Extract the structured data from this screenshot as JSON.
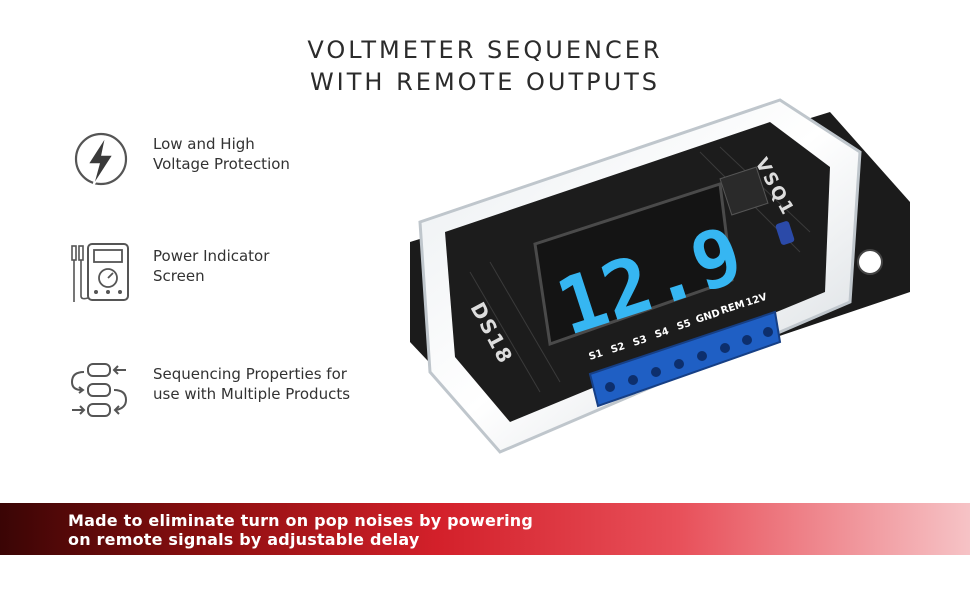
{
  "title": {
    "line1": "VOLTMETER SEQUENCER",
    "line2": "WITH REMOTE OUTPUTS"
  },
  "features": [
    {
      "icon": "lightning-bolt-icon",
      "line1": "Low and High",
      "line2": "Voltage Protection"
    },
    {
      "icon": "multimeter-icon",
      "line1": "Power Indicator",
      "line2": "Screen"
    },
    {
      "icon": "sequence-arrows-icon",
      "line1": "Sequencing Properties for",
      "line2": "use with Multiple Products"
    }
  ],
  "device": {
    "display_digits": "12.9",
    "board_label_left": "DS18",
    "board_label_right": "VSQ1",
    "terminal_labels": [
      "S1",
      "S2",
      "S3",
      "S4",
      "S5",
      "GND",
      "REM",
      "12V"
    ]
  },
  "banner": {
    "line1": "Made to eliminate turn on pop noises by powering",
    "line2": "on remote signals by adjustable delay"
  },
  "colors": {
    "display_digit": "#36b6f2",
    "terminal_block": "#1f5fc4",
    "banner_start": "#3a0505",
    "banner_mid": "#d3202a",
    "banner_end": "#f6c3c6"
  }
}
